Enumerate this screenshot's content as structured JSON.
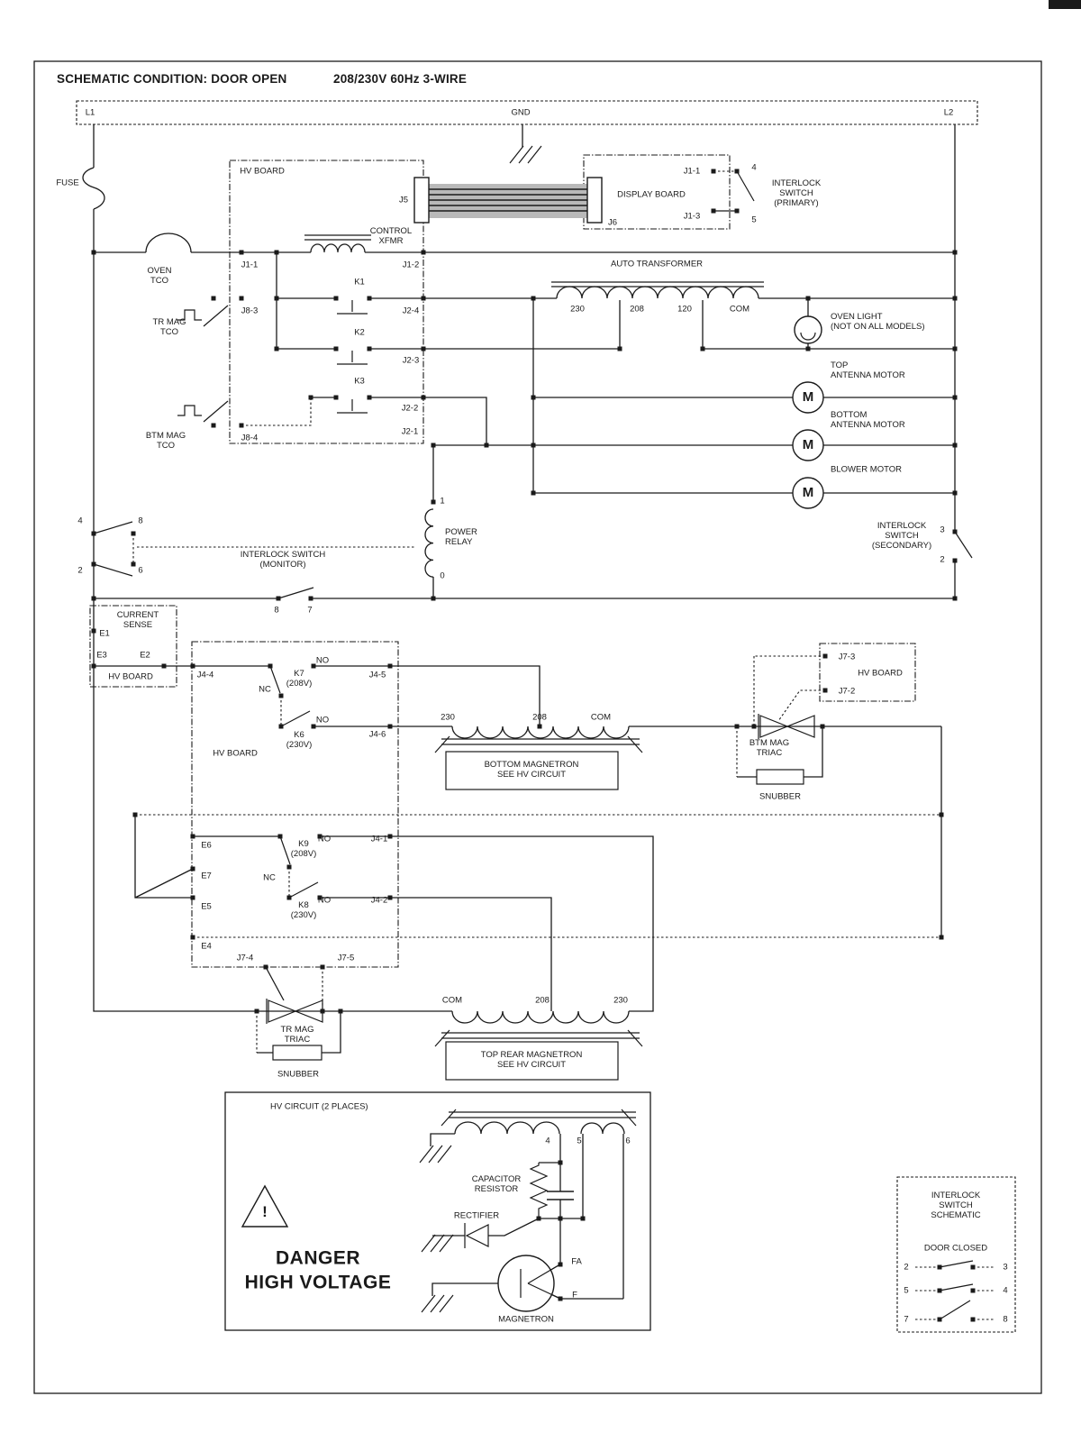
{
  "header": {
    "condition": "SCHEMATIC CONDITION: DOOR OPEN",
    "rating": "208/230V 60Hz 3-WIRE"
  },
  "bus": {
    "l1": "L1",
    "gnd": "GND",
    "l2": "L2"
  },
  "labels": {
    "fuse": "FUSE",
    "hv_board": "HV BOARD",
    "j5": "J5",
    "j6": "J6",
    "display_board": "DISPLAY BOARD",
    "j1_1": "J1-1",
    "j1_2": "J1-2",
    "j1_3": "J1-3",
    "interlock_primary": "INTERLOCK\nSWITCH\n(PRIMARY)",
    "control_xfmr": "CONTROL\nXFMR",
    "oven_tco": "OVEN\nTCO",
    "tr_mag_tco": "TR MAG\nTCO",
    "btm_mag_tco": "BTM MAG\nTCO",
    "j8_3": "J8-3",
    "j8_4": "J8-4",
    "k1": "K1",
    "k2": "K2",
    "k3": "K3",
    "j2_1": "J2-1",
    "j2_2": "J2-2",
    "j2_3": "J2-3",
    "j2_4": "J2-4",
    "auto_transformer": "AUTO TRANSFORMER",
    "t230": "230",
    "t208": "208",
    "t120": "120",
    "tcom": "COM",
    "oven_light": "OVEN LIGHT\n(NOT ON ALL MODELS)",
    "top_antenna_motor": "TOP\nANTENNA MOTOR",
    "bottom_antenna_motor": "BOTTOM\nANTENNA MOTOR",
    "blower_motor": "BLOWER MOTOR",
    "motor_m": "M",
    "power_relay": "POWER\nRELAY",
    "interlock_monitor": "INTERLOCK SWITCH\n(MONITOR)",
    "interlock_secondary": "INTERLOCK\nSWITCH\n(SECONDARY)",
    "current_sense": "CURRENT\nSENSE",
    "e1": "E1",
    "e2": "E2",
    "e3": "E3",
    "e4": "E4",
    "e5": "E5",
    "e6": "E6",
    "e7": "E7",
    "j4_1": "J4-1",
    "j4_2": "J4-2",
    "j4_4": "J4-4",
    "j4_5": "J4-5",
    "j4_6": "J4-6",
    "j7_2": "J7-2",
    "j7_3": "J7-3",
    "j7_4": "J7-4",
    "j7_5": "J7-5",
    "k6": "K6\n(230V)",
    "k7": "K7\n(208V)",
    "k8": "K8\n(230V)",
    "k9": "K9\n(208V)",
    "no": "NO",
    "nc": "NC",
    "bottom_magnetron_note": "BOTTOM MAGNETRON\nSEE HV CIRCUIT",
    "top_rear_magnetron_note": "TOP REAR MAGNETRON\nSEE HV CIRCUIT",
    "btm_mag_triac": "BTM MAG\nTRIAC",
    "tr_mag_triac": "TR MAG\nTRIAC",
    "snubber": "SNUBBER",
    "hv_circuit": "HV CIRCUIT (2 PLACES)",
    "capacitor_resistor": "CAPACITOR\nRESISTOR",
    "rectifier": "RECTIFIER",
    "fa": "FA",
    "f": "F",
    "magnetron": "MAGNETRON",
    "danger": "DANGER\nHIGH VOLTAGE",
    "warning_mark": "!",
    "interlock_schematic": "INTERLOCK\nSWITCH\nSCHEMATIC",
    "door_closed": "DOOR CLOSED",
    "n0": "0",
    "n1": "1",
    "n2": "2",
    "n3": "3",
    "n4": "4",
    "n5": "5",
    "n6": "6",
    "n7": "7",
    "n8": "8"
  }
}
